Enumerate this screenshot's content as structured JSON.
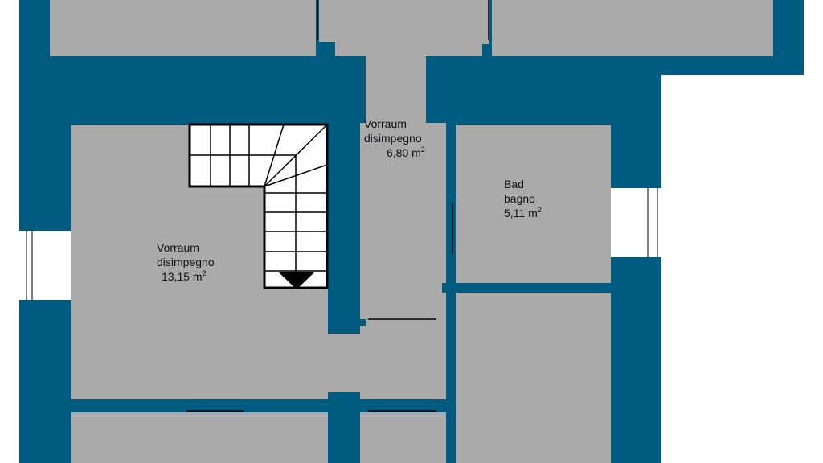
{
  "colors": {
    "wall": "#005b80",
    "floor": "#aaaaaa",
    "background": "#ffffff",
    "stair": "#ffffff",
    "line": "#000000"
  },
  "rooms": [
    {
      "name_de": "Vorraum",
      "name_it": "disimpegno",
      "area": "13,15 m",
      "unit_sup": "2"
    },
    {
      "name_de": "Vorraum",
      "name_it": "disimpegno",
      "area": "6,80 m",
      "unit_sup": "2"
    },
    {
      "name_de": "Bad",
      "name_it": "bagno",
      "area": "5,11 m",
      "unit_sup": "2"
    }
  ]
}
